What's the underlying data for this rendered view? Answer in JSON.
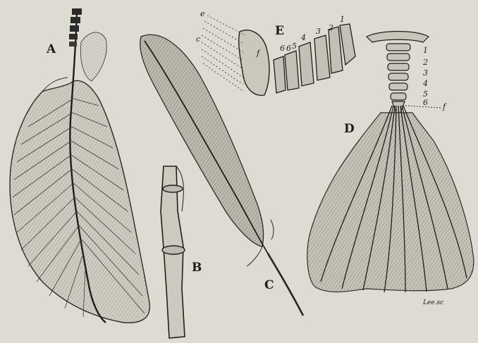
{
  "figure_labels": {
    "A": "A",
    "B": "B",
    "C": "C",
    "D": "D",
    "E": "E"
  },
  "panel_e": {
    "lines": {
      "e": "e",
      "c": "c",
      "f": "f"
    },
    "vertebrae": [
      "1",
      "2",
      "3",
      "4",
      "5",
      "6",
      "6"
    ]
  },
  "panel_d": {
    "vertebrae": [
      "1",
      "2",
      "3",
      "4",
      "5",
      "6"
    ],
    "pointer": "f"
  },
  "engraver_credit": "Lee.sc"
}
